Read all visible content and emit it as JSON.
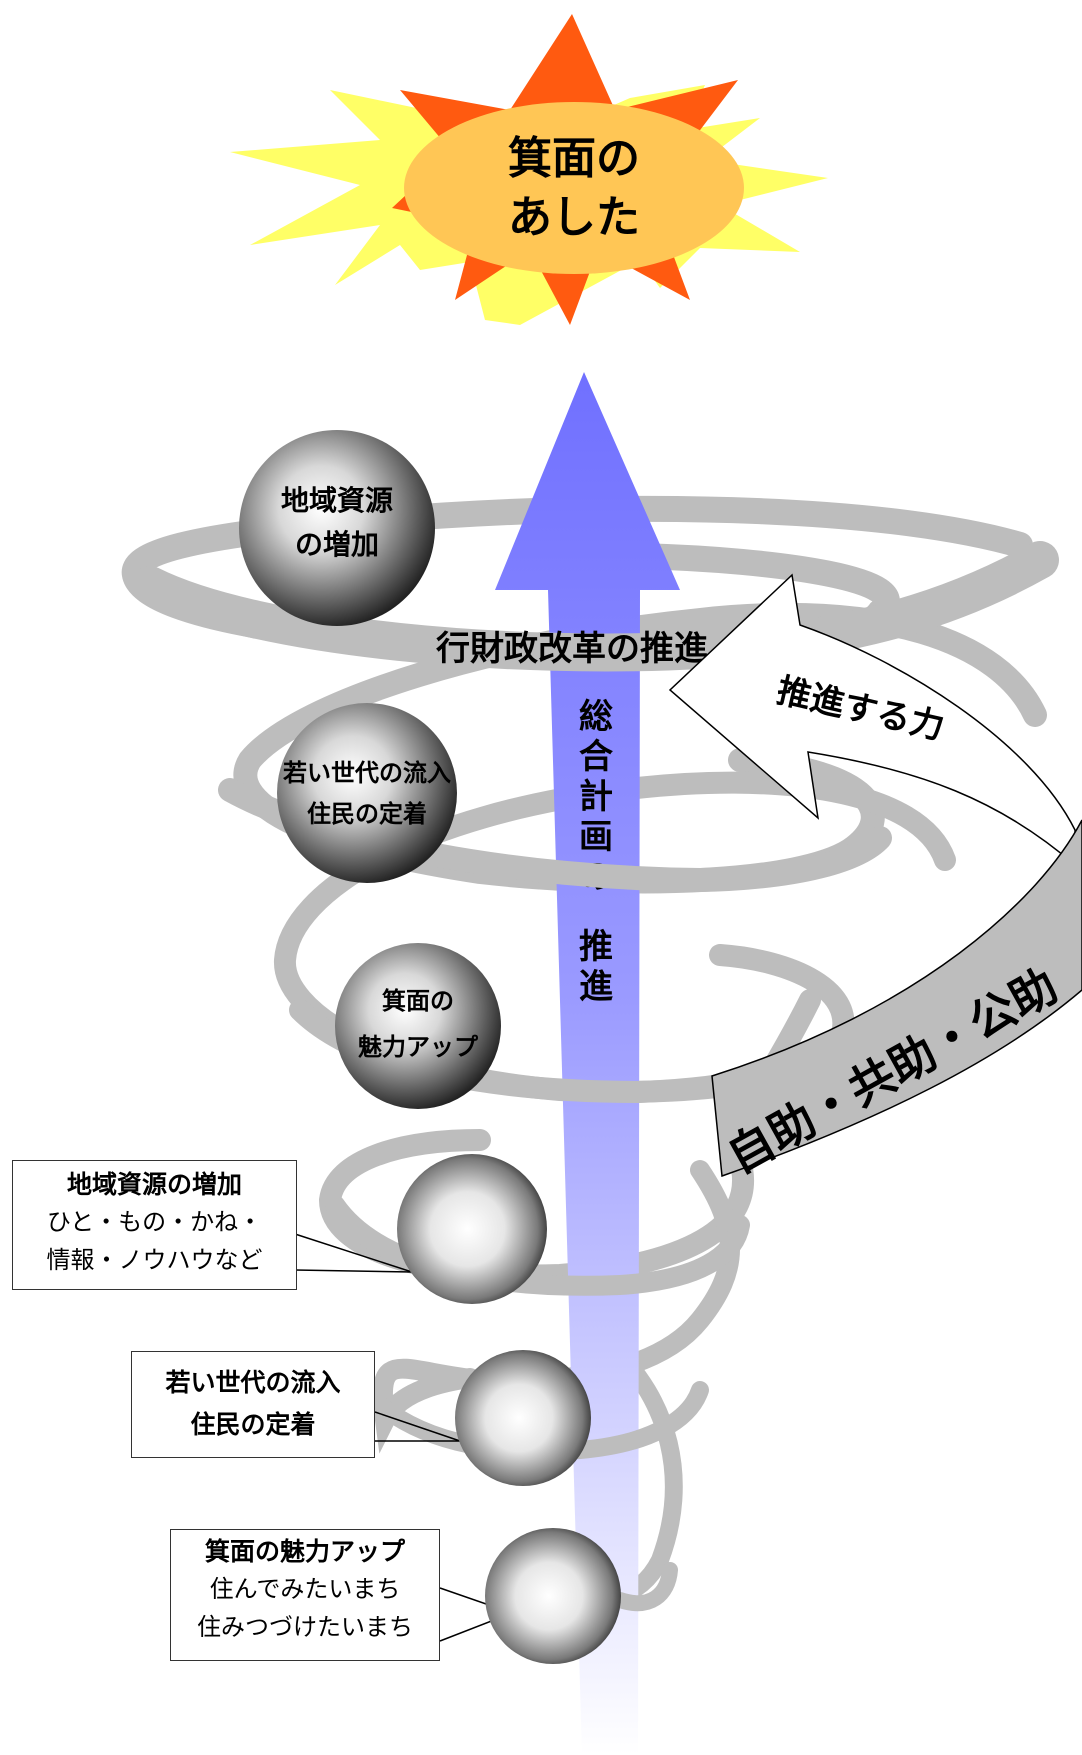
{
  "goal": {
    "line1": "箕面の",
    "line2": "あした",
    "colors": {
      "outer_rays": "#ffff66",
      "inner_rays": "#ff5a10",
      "ellipse": "#ffc655"
    }
  },
  "center_arrow": {
    "label_top": "総合計画の",
    "label_bottom": "推進",
    "color": "#7070ff"
  },
  "spiral": {
    "band_label": "行財政改革の推進",
    "driving_label": "推進する力",
    "support_label": "自助・共助・公助",
    "band_color": "#bdbdbd"
  },
  "upper_spheres": [
    {
      "line1": "地域資源",
      "line2": "の増加"
    },
    {
      "line1": "若い世代の流入",
      "line2": "住民の定着"
    },
    {
      "line1": "箕面の",
      "line2": "魅力アップ"
    }
  ],
  "callouts": [
    {
      "title": "地域資源の増加",
      "line1": "ひと・もの・かね・",
      "line2": "情報・ノウハウなど"
    },
    {
      "title": "若い世代の流入",
      "line1": "住民の定着"
    },
    {
      "title": "箕面の魅力アップ",
      "line1": "住んでみたいまち",
      "line2": "住みつづけたいまち"
    }
  ]
}
